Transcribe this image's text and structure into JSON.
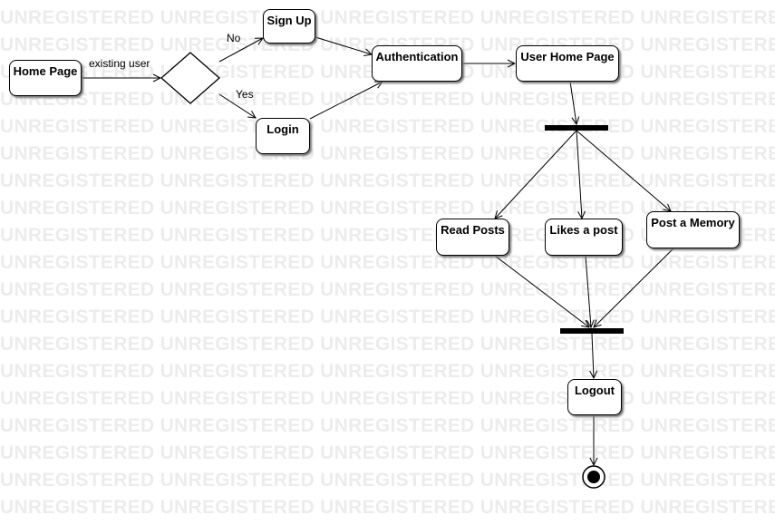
{
  "watermark_text": "UNREGISTERED",
  "nodes": {
    "home_page": "Home Page",
    "sign_up": "Sign Up",
    "login": "Login",
    "authentication": "Authentication",
    "user_home_page": "User Home Page",
    "read_posts": "Read Posts",
    "likes_a_post": "Likes a post",
    "post_a_memory": "Post a Memory",
    "logout": "Logout"
  },
  "edge_labels": {
    "existing_user": "existing user",
    "no": "No",
    "yes": "Yes"
  }
}
